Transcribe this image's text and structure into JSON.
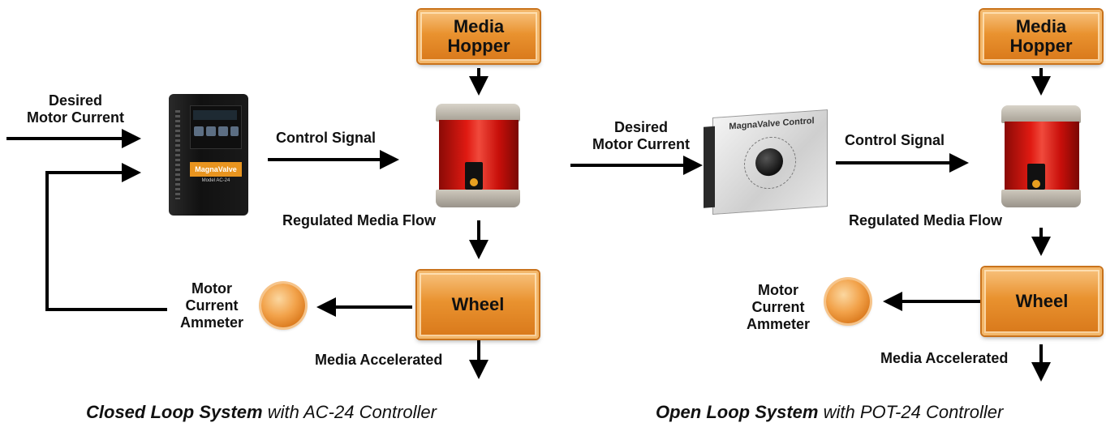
{
  "left": {
    "input_label_1": "Desired",
    "input_label_2": "Motor Current",
    "control_signal": "Control Signal",
    "hopper_1": "Media",
    "hopper_2": "Hopper",
    "flow_label": "Regulated Media Flow",
    "wheel": "Wheel",
    "ammeter_1": "Motor",
    "ammeter_2": "Current",
    "ammeter_3": "Ammeter",
    "accel_label": "Media Accelerated",
    "caption_bold": "Closed Loop System",
    "caption_rest": " with AC-24 Controller",
    "controller_brand": "MagnaValve",
    "controller_model": "Model AC-24"
  },
  "right": {
    "input_label_1": "Desired",
    "input_label_2": "Motor Current",
    "control_signal": "Control Signal",
    "hopper_1": "Media",
    "hopper_2": "Hopper",
    "flow_label": "Regulated Media Flow",
    "wheel": "Wheel",
    "ammeter_1": "Motor",
    "ammeter_2": "Current",
    "ammeter_3": "Ammeter",
    "accel_label": "Media Accelerated",
    "caption_bold": "Open Loop System",
    "caption_rest": " with POT-24 Controller",
    "pot_title": "MagnaValve Control"
  },
  "colors": {
    "box_orange": "#e9922f",
    "valve_red": "#d8140f",
    "arrow": "#000000"
  }
}
